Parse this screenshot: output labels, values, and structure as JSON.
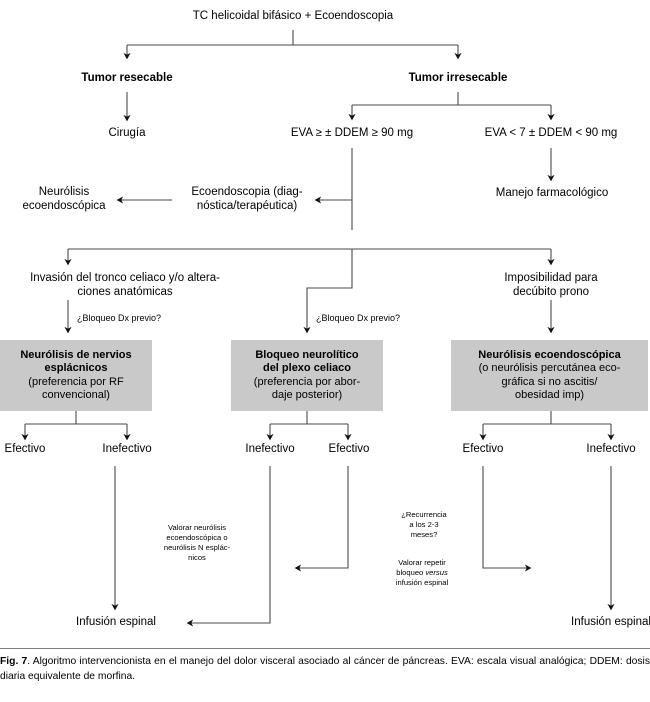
{
  "figure": {
    "label": "Fig. 7",
    "caption": ". Algoritmo intervencionista en el manejo del dolor visceral asociado al cáncer de páncreas. EVA: escala visual analógica; DDEM: dosis diaria equivalente de morfina."
  },
  "colors": {
    "box_fill": "#c9c9c9",
    "line": "#3a3a3a",
    "text": "#000000",
    "rule": "#808080"
  },
  "nodes": {
    "root": "TC helicoidal bifásico + Ecoendoscopia",
    "resectable": "Tumor resecable",
    "irresectable": "Tumor irresecable",
    "surgery": "Cirugía",
    "eva_high": "EVA ≥ ± DDEM ≥ 90 mg",
    "eva_low": "EVA < 7 ± DDEM < 90 mg",
    "pharm": "Manejo farmacológico",
    "echoendo": "Ecoendoscopia (diag-\nnóstica/terapéutica)",
    "echoendo_l1": "Ecoendoscopia (diag-",
    "echoendo_l2": "nóstica/terapéutica)",
    "neuro_echo": "Neurólisis\necoendoscópica",
    "neuro_echo_l1": "Neurólisis",
    "neuro_echo_l2": "ecoendoscópica",
    "invasion_l1": "Invasión del tronco celiaco y/o altera-",
    "invasion_l2": "ciones anatómicas",
    "prone_l1": "Imposibilidad para",
    "prone_l2": "decúbito prono",
    "block_q_left": "¿Bloqueo Dx previo?",
    "block_q_mid": "¿Bloqueo Dx previo?"
  },
  "boxes": [
    {
      "id": "splanchnic",
      "head_l1": "Neurólisis de nervios",
      "head_l2": "esplácnicos",
      "sub_l1": "(preferencia por RF",
      "sub_l2": "convencional)"
    },
    {
      "id": "celiac-plexus",
      "head_l1": "Bloqueo neurolítico",
      "head_l2": "del plexo celiaco",
      "sub_l1": "(preferencia por abor-",
      "sub_l2": "daje posterior)"
    },
    {
      "id": "echoendoscopic",
      "head_l1": "Neurólisis ecoendoscópica",
      "sub_l1": "(o neurólisis percutánea eco-",
      "sub_l2": "gráfica si no ascitis/",
      "sub_l3": "obesidad imp)"
    }
  ],
  "outcomes": {
    "b1_left": "Efectivo",
    "b1_right": "Inefectivo",
    "b2_left": "Inefectivo",
    "b2_right": "Efectivo",
    "b3_left": "Efectivo",
    "b3_right": "Inefectivo"
  },
  "annotations": {
    "valorar_l1": "Valorar neurólisis",
    "valorar_l2": "ecoendoscópica o",
    "valorar_l3": "neurólisis N esplác-",
    "valorar_l4": "nicos",
    "recurrencia_l1": "¿Recurrencia",
    "recurrencia_l2": "a los 2-3",
    "recurrencia_l3": "meses?",
    "repetir_l1": "Valorar repetir",
    "repetir_l2a": "bloqueo ",
    "repetir_l2b": "versus",
    "repetir_l3": "infusión espinal"
  },
  "terminals": {
    "spinal_left": "Infusión espinal",
    "spinal_right": "Infusión espinal"
  }
}
